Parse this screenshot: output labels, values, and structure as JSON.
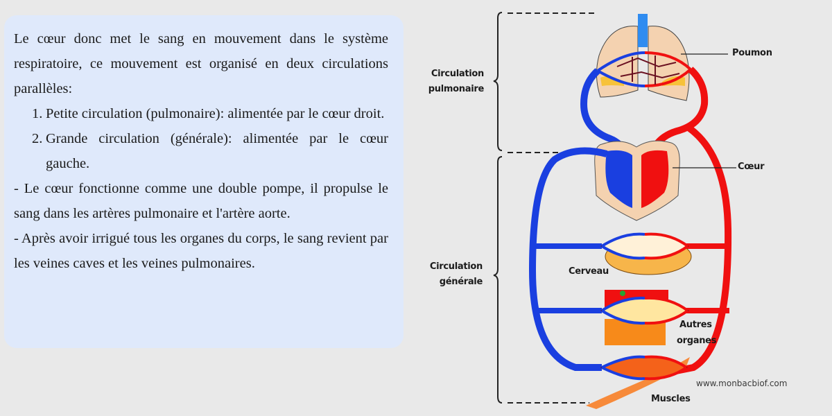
{
  "text_panel": {
    "intro": "Le cœur donc met le sang en mouvement dans le système respiratoire, ce mouvement est organisé en deux circulations parallèles:",
    "list": [
      {
        "num": "1.",
        "text": "Petite circulation (pulmonaire): alimentée par le cœur droit."
      },
      {
        "num": "2.",
        "text": "Grande circulation (générale): alimentée par le cœur gauche."
      }
    ],
    "paragraphs": [
      "- Le cœur fonctionne comme une double pompe, il propulse le sang dans les artères pulmonaire et l'artère aorte.",
      "- Après avoir irrigué tous les organes du corps, le sang revient par les veines caves et les veines pulmonaires."
    ]
  },
  "diagram": {
    "brackets": {
      "pulmonary": {
        "line1": "Circulation",
        "line2": "pulmonaire"
      },
      "systemic": {
        "line1": "Circulation",
        "line2": "générale"
      }
    },
    "labels": {
      "lung": "Poumon",
      "heart": "Cœur",
      "brain": "Cerveau",
      "other_organs_1": "Autres",
      "other_organs_2": "organes",
      "muscles": "Muscles"
    },
    "colors": {
      "venous_blue": "#1a3fe0",
      "arterial_red": "#f01010",
      "tissue_beige": "#f4d2b0",
      "organ_orange": "#f7a53a",
      "card_bg": "#dfe9fb",
      "page_bg": "#e9e9e9"
    }
  },
  "watermark": "www.monbacbiof.com"
}
